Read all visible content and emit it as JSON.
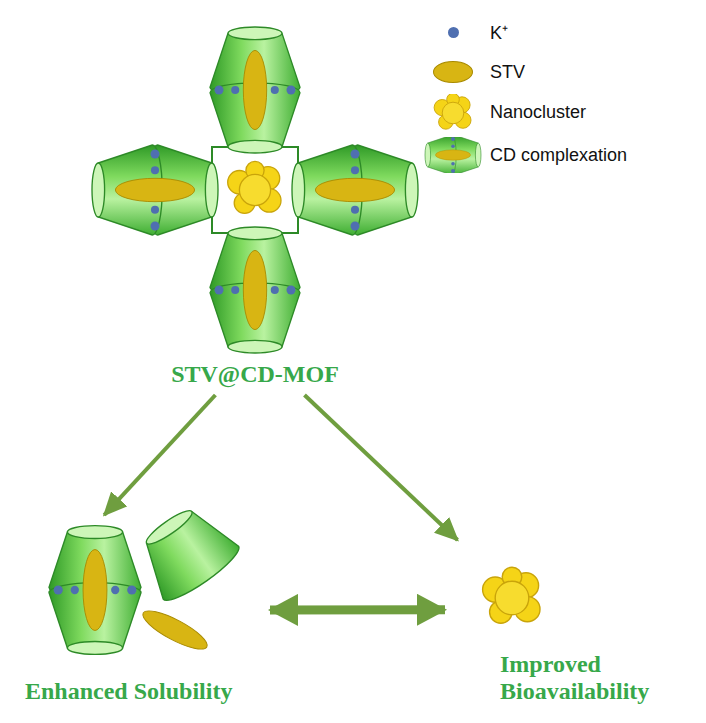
{
  "diagram": {
    "nodes": [
      {
        "text": [
          "STV@CD-MOF"
        ]
      },
      {
        "text": [
          "Enhanced Solubility"
        ]
      },
      {
        "text": [
          "Improved Bioavailability"
        ]
      }
    ],
    "edges": [
      {
        "from": 0,
        "to": 1,
        "arrow": "to"
      },
      {
        "from": 0,
        "to": 2,
        "arrow": "to"
      },
      {
        "from": 1,
        "to": 2,
        "arrow": "both"
      }
    ],
    "legend": [
      {
        "text": "K⁺",
        "color": "#4f6fb0"
      },
      {
        "text": "STV",
        "color": "#d8b513"
      },
      {
        "text": "Nanocluster"
      },
      {
        "text": "CD complexation"
      }
    ]
  }
}
